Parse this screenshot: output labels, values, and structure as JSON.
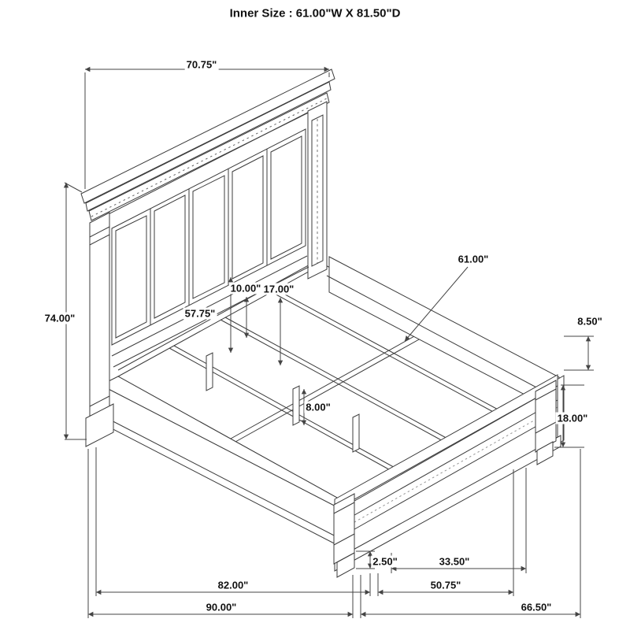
{
  "title": "Inner Size : 61.00\"W X 81.50\"D",
  "colors": {
    "ink": "#3c3c3c"
  },
  "dims": {
    "headboard_width": "70.75\"",
    "headboard_height": "74.00\"",
    "panel_height": "57.75\"",
    "clearance_10": "10.00\"",
    "rail_top_17": "17.00\"",
    "inner_width": "61.00\"",
    "side_rail_height": "8.50\"",
    "leg_height": "8.00\"",
    "footboard_height": "18.00\"",
    "foot_base_height": "2.50\"",
    "footboard_inner_width": "33.50\"",
    "side_rail_length": "82.00\"",
    "footboard_width": "50.75\"",
    "overall_depth": "90.00\"",
    "overall_width": "66.50\""
  }
}
